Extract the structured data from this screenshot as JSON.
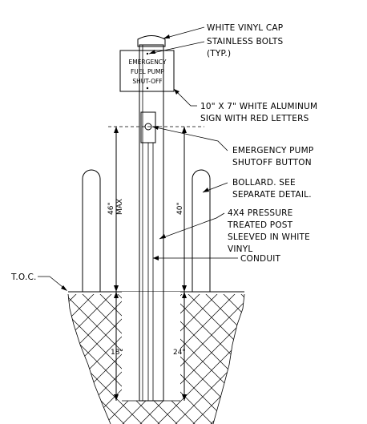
{
  "callouts": {
    "cap": "WHITE VINYL CAP",
    "bolts_line1": "STAINLESS BOLTS",
    "bolts_line2": "(TYP.)",
    "sign_line1": "10\" X 7\" WHITE ALUMINUM",
    "sign_line2": "SIGN WITH RED LETTERS",
    "button_line1": "EMERGENCY PUMP",
    "button_line2": "SHUTOFF BUTTON",
    "bollard_line1": "BOLLARD. SEE",
    "bollard_line2": "SEPARATE DETAIL.",
    "post_line1": "4X4 PRESSURE",
    "post_line2": "TREATED POST",
    "post_line3": "SLEEVED IN WHITE",
    "post_line4": "VINYL",
    "conduit": "CONDUIT",
    "toc": "T.O.C."
  },
  "sign_text": {
    "line1": "EMERGENCY",
    "line2": "FUEL PUMP",
    "line3": "SHUT-OFF"
  },
  "dimensions": {
    "height_max_value": "46\"",
    "height_max_note": "MAX",
    "height_button": "40\"",
    "depth_left": "18\"",
    "depth_right": "24\""
  }
}
